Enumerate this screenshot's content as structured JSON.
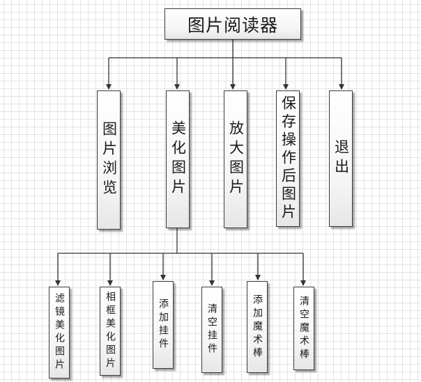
{
  "diagram": {
    "root": {
      "label": "图片阅读器"
    },
    "children": [
      {
        "label": "图片浏览"
      },
      {
        "label": "美化图片",
        "children": [
          {
            "label": "滤镜美化图片"
          },
          {
            "label": "相框美化图片"
          },
          {
            "label": "添加挂件"
          },
          {
            "label": "清空挂件"
          },
          {
            "label": "添加魔术棒"
          },
          {
            "label": "清空魔术棒"
          }
        ]
      },
      {
        "label": "放大图片"
      },
      {
        "label": "保存操作后图片"
      },
      {
        "label": "退出"
      }
    ]
  }
}
